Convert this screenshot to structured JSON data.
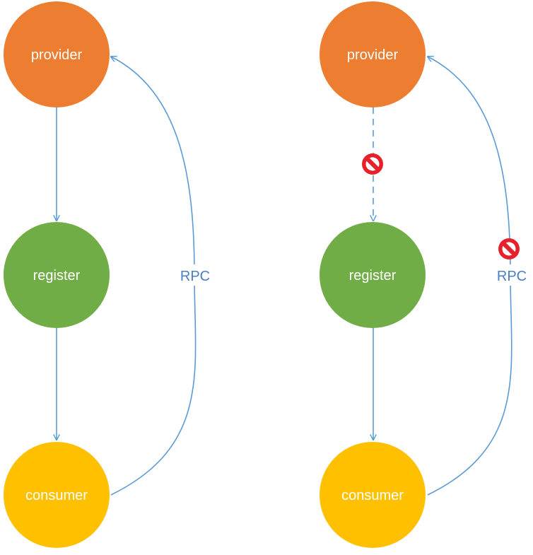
{
  "colors": {
    "provider": "#ed7d31",
    "register": "#70ad47",
    "consumer": "#ffc000",
    "edge": "#5b9bd5",
    "edge_label": "#4a7fc1",
    "blocked": "#e8202a"
  },
  "left": {
    "provider": "provider",
    "register": "register",
    "consumer": "consumer",
    "rpc_label": "RPC"
  },
  "right": {
    "provider": "provider",
    "register": "register",
    "consumer": "consumer",
    "rpc_label": "RPC",
    "blocked_icon_1": "no-entry-icon",
    "blocked_icon_2": "no-entry-icon"
  }
}
